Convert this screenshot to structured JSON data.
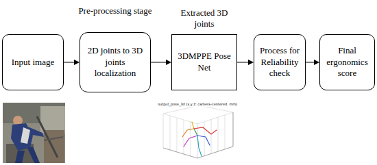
{
  "diagram": {
    "nodes": [
      {
        "text": [
          "Input image"
        ]
      },
      {
        "text": [
          "Pre-processing stage",
          "2D joints to 3D joints localization"
        ]
      },
      {
        "text": [
          "Extracted 3D joints",
          "3DMPPE Pose Net"
        ]
      },
      {
        "text": [
          "Process for Reliability check"
        ]
      },
      {
        "text": [
          "Final ergonomics score"
        ]
      }
    ],
    "edges": [
      {
        "from": 0,
        "to": 1,
        "arrow": "to"
      },
      {
        "from": 1,
        "to": 2,
        "arrow": "to"
      },
      {
        "from": 2,
        "to": 3,
        "arrow": "to"
      },
      {
        "from": 3,
        "to": 4,
        "arrow": "to"
      }
    ],
    "labels": [
      "output_pose_3d (x,y,z: camera-centered. mm)"
    ]
  }
}
